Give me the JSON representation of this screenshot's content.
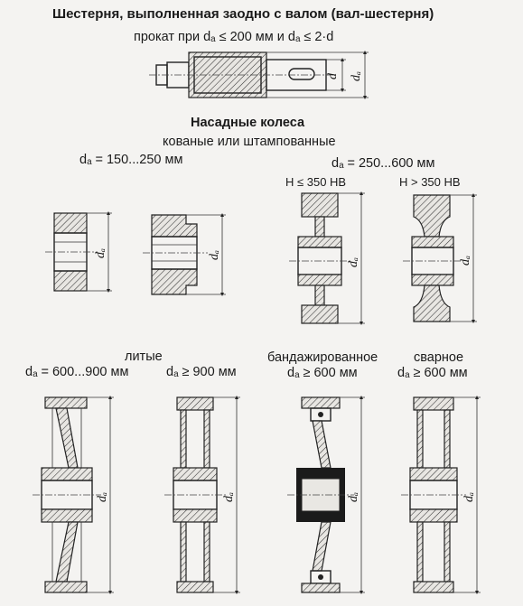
{
  "title": "Шестерня, выполненная заодно с валом (вал-шестерня)",
  "shaft_condition": "прокат при dₐ ≤ 200 мм и dₐ ≤ 2·d",
  "shaft_labels": {
    "d": "d",
    "da": "dₐ"
  },
  "section_mounted": "Насадные колеса",
  "forged_caption": "кованые или штампованные",
  "range_small": "dₐ = 150...250 мм",
  "range_large": "dₐ = 250...600 мм",
  "hardness_low": "H ≤ 350 HB",
  "hardness_high": "H > 350 HB",
  "cast_caption": "литые",
  "cast_range_1": "dₐ = 600...900 мм",
  "cast_range_2": "dₐ ≥ 900 мм",
  "banded_caption": "бандажированное",
  "banded_range": "dₐ ≥ 600 мм",
  "welded_caption": "сварное",
  "welded_range": "dₐ ≥ 600 мм",
  "diameter_label": "dₐ"
}
